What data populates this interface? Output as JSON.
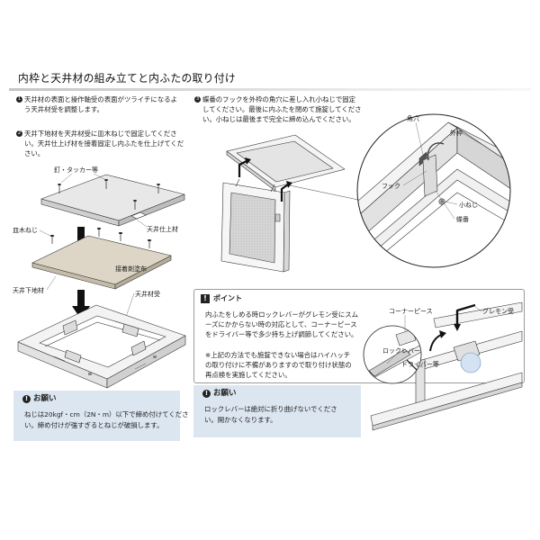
{
  "heading": {
    "title": "内枠と天井材の組み立てと内ふたの取り付け"
  },
  "steps": [
    {
      "number": "1",
      "lines": [
        "天井材の表面と操作軸受の表面がツライチになるよ",
        "う天井材受を調整します。"
      ]
    },
    {
      "number": "2",
      "lines": [
        "天井下地材を天井材受に皿木ねじで固定してくださ",
        "い。天井仕上げ材を接着固定し内ふたを仕上げてくだ",
        "さい。"
      ]
    },
    {
      "number": "3",
      "lines": [
        "蝶番のフックを外枠の角穴に差し入れ小ねじで固定",
        "してください。最後に内ふたを閉めて施錠してくださ",
        "い。小ねじは最後まで完全に締め込んでください。"
      ]
    }
  ],
  "figure_assembly": {
    "labels": {
      "nails": "釘・タッカー等",
      "finish_material": "天井仕上材",
      "countersunk_screw": "皿木ねじ",
      "adhesive": "接着剤塗布",
      "base_material": "天井下地材",
      "material_support": "天井材受"
    }
  },
  "figure_hinge": {
    "labels": {
      "square_hole": "角穴",
      "outer_frame": "外枠",
      "hook": "フック",
      "small_screw": "小ねじ",
      "hinge": "蝶番"
    }
  },
  "point": {
    "icon": "!",
    "title": "ポイント",
    "lines": [
      "内ふたをしめる時ロックレバーがグレモン受にスム",
      "ーズにかからない時の対応として、コーナーピース",
      "をドライバー等で多少持ち上げ調節してください。"
    ],
    "note_lines": [
      "※上記の方法でも施錠できない場合はハイハッチ",
      "の取り付けに不備がありますので取り付け状態の",
      "再点検を実施してください。"
    ]
  },
  "figure_lock": {
    "labels": {
      "corner_piece": "コーナーピース",
      "gremon_receiver": "グレモン受",
      "lock_lever": "ロックレバー",
      "driver": "ドライバー等"
    }
  },
  "notices": [
    {
      "icon": "!",
      "title": "お願い",
      "lines": [
        "ねじは20kgf・cm（2N・m）以下で締め付けてくださ",
        "い。締め付けが強すぎるとねじが破損します。"
      ]
    },
    {
      "icon": "!",
      "title": "お願い",
      "lines": [
        "ロックレバーは絶対に折り曲げないでくださ",
        "い。開かなくなります。"
      ]
    }
  ],
  "icons": {
    "step_bullet": "numbered-circle-icon",
    "point": "exclamation-square-icon",
    "notice": "exclamation-circle-icon"
  },
  "colors": {
    "notice_background": "#dce6f1",
    "base_panel": "#ddd6c6",
    "point_border": "#9a9a9a",
    "text": "#222222"
  }
}
